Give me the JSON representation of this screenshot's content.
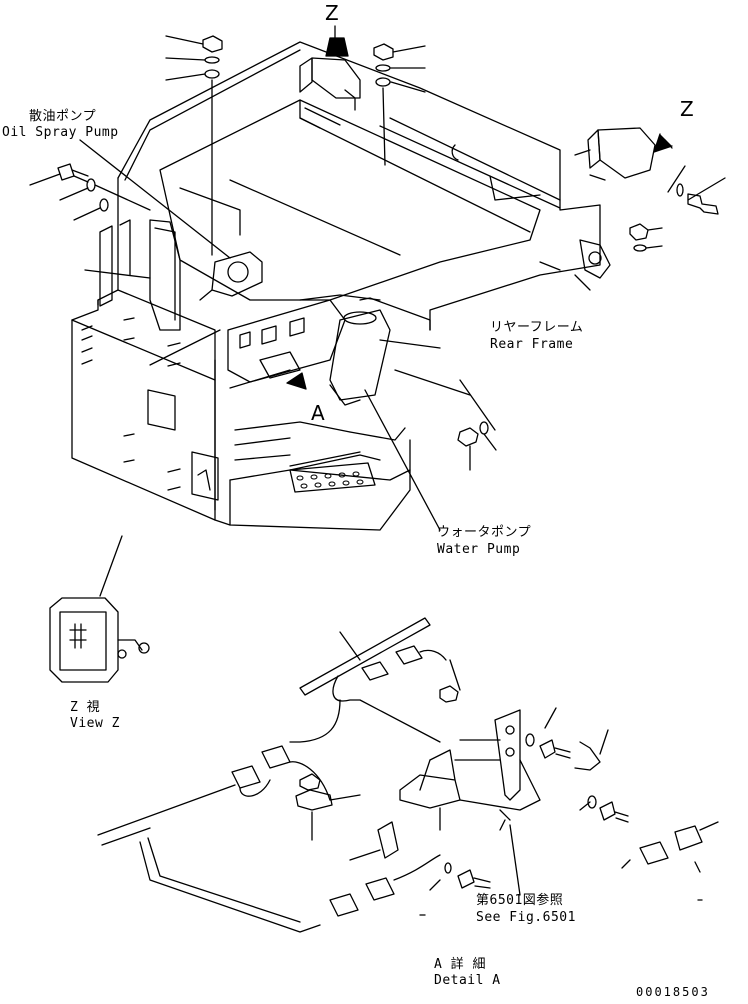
{
  "labels": {
    "oil_spray_pump_jp": "散油ポンプ",
    "oil_spray_pump_en": "Oil Spray Pump",
    "rear_frame_jp": "リヤーフレーム",
    "rear_frame_en": "Rear Frame",
    "water_pump_jp": "ウォータポンプ",
    "water_pump_en": "Water Pump",
    "view_z_jp": "Z 視",
    "view_z_en": "View Z",
    "see_fig_jp": "第6501図参照",
    "see_fig_en": "See Fig.6501",
    "detail_a_jp": "A 詳 細",
    "detail_a_en": "Detail A",
    "marker_z": "Z",
    "marker_a": "A",
    "drawing_number": "00018503"
  }
}
